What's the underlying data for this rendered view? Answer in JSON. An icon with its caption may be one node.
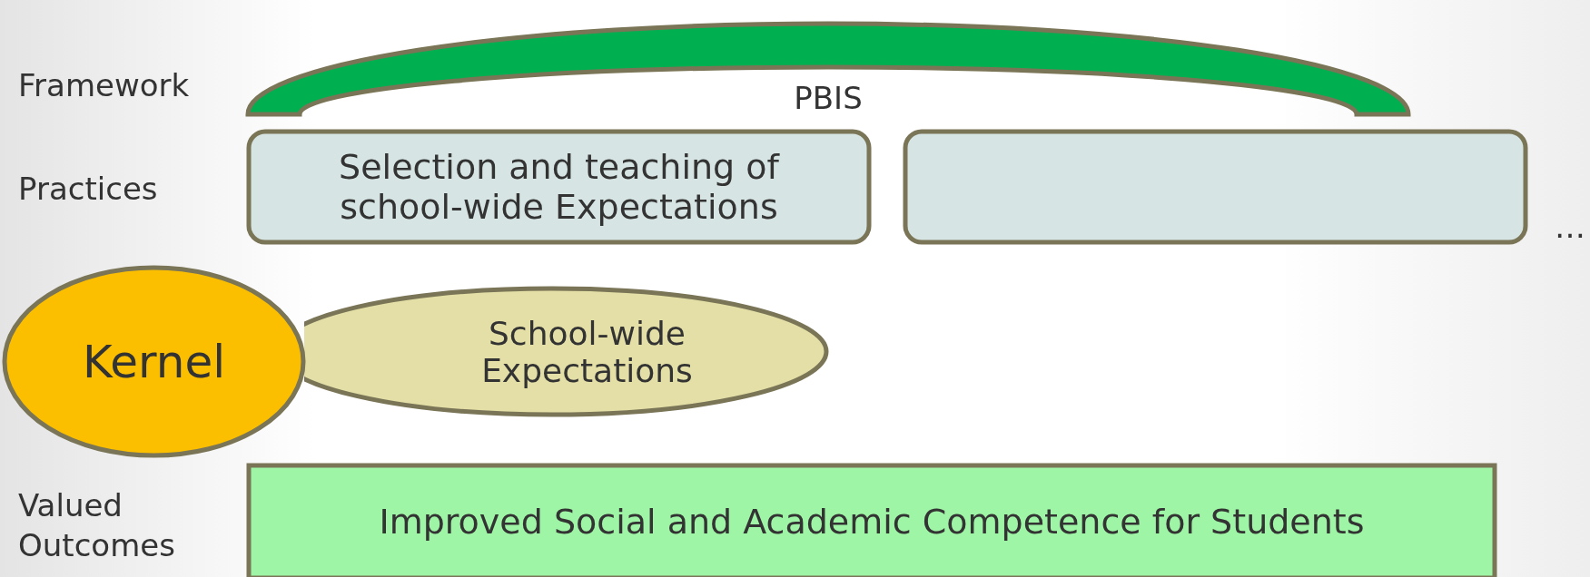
{
  "diagram": {
    "nodes": [
      {
        "text": [
          "PBIS"
        ]
      },
      {
        "text": [
          "Selection and teaching of school-wide Expectations"
        ]
      },
      {
        "text": [],
        "shape": "box"
      },
      {
        "text": [
          "School-wide Expectations"
        ]
      },
      {
        "text": [
          "Kernel"
        ]
      },
      {
        "text": [
          "Improved Social and Academic Competence for Students"
        ]
      }
    ],
    "edges": [],
    "labels": [
      "Framework",
      "Practices",
      "…",
      "Valued Outcomes"
    ]
  }
}
